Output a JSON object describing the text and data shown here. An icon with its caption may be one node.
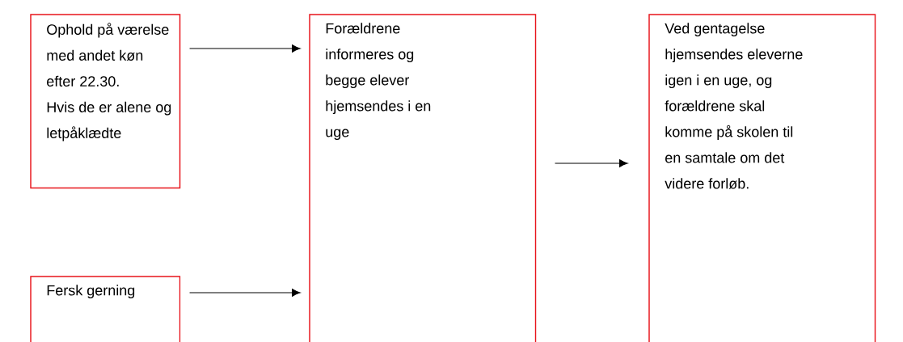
{
  "diagram": {
    "nodes": [
      {
        "text": [
          "Ophold på værelse med andet køn efter 22.30.",
          "Hvis de er alene og letpåklædte"
        ]
      },
      {
        "text": [
          "Fersk gerning"
        ]
      },
      {
        "text": [
          "Forældrene informeres og begge elever hjemsendes i en uge"
        ]
      },
      {
        "text": [
          "Ved gentagelse hjemsendes eleverne igen i en uge, og forældrene skal komme på skolen til en samtale om det videre forløb."
        ]
      }
    ],
    "edges": [
      {
        "from": 0,
        "to": 2,
        "arrow": "to"
      },
      {
        "from": 1,
        "to": 2,
        "arrow": "to"
      },
      {
        "from": 2,
        "to": 3,
        "arrow": "to"
      }
    ]
  }
}
